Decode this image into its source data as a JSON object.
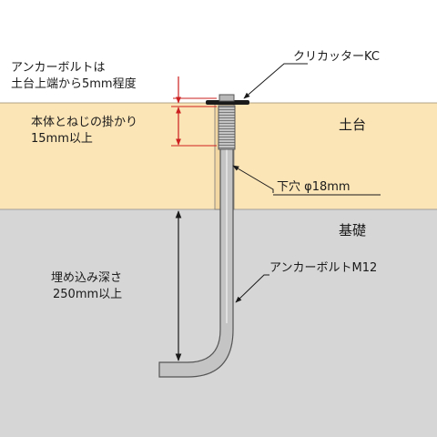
{
  "colors": {
    "sill": "#fbe4b6",
    "foundation": "#d6d6d6",
    "bolt_fill": "#c4c4c4",
    "bolt_stroke": "#555555",
    "dimension_red": "#cc1f1f",
    "text": "#1a1a1a"
  },
  "labels": {
    "bolt_offset_line1": "アンカーボルトは",
    "bolt_offset_line2": "土台上端から5mm程度",
    "thread_engagement_line1": "本体とねじの掛かり",
    "thread_engagement_line2": "15mm以上",
    "kc_fitting": "クリカッターKC",
    "sill": "土台",
    "pilot_hole": "下穴 φ18mm",
    "foundation": "基礎",
    "embed_depth_line1": "埋め込み深さ",
    "embed_depth_line2": "250mm以上",
    "anchor_bolt": "アンカーボルトM12"
  }
}
